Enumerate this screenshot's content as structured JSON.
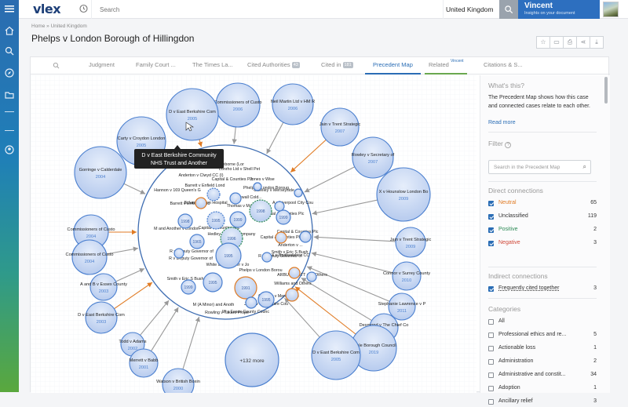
{
  "app": {
    "logo_text": "vlex",
    "search_placeholder": "Search",
    "country": "United Kingdom",
    "user_name": "Vincent",
    "user_sub": "Insights on your document"
  },
  "sidebar_icons": [
    "menu-icon",
    "home-icon",
    "search-icon",
    "compass-icon",
    "folder-icon",
    "dash-icon",
    "dash-icon",
    "user-icon"
  ],
  "breadcrumb": [
    "Home",
    "United Kingdom"
  ],
  "page_title": "Phelps v London Borough of Hillingdon",
  "action_icons": [
    "star-icon",
    "folder-icon",
    "print-icon",
    "share-icon",
    "download-icon"
  ],
  "tabs": [
    {
      "label": "Judgment"
    },
    {
      "label": "Family Court ..."
    },
    {
      "label": "The Times La..."
    },
    {
      "label": "Cited Authorities",
      "count": "43"
    },
    {
      "label": "Cited in",
      "count": "181"
    },
    {
      "label": "Precedent Map",
      "active": true
    },
    {
      "label": "Related",
      "sup": "Vincent"
    },
    {
      "label": "Citations & S..."
    }
  ],
  "panel": {
    "whats_this_title": "What's this?",
    "whats_this_text": "The Precedent Map shows how this case and connected cases relate to each other.",
    "read_more": "Read more",
    "filter_title": "Filter",
    "filter_placeholder": "Search in the Precedent Map",
    "direct_title": "Direct connections",
    "direct": [
      {
        "label": "Neutral",
        "count": "65",
        "color": "#e07b24"
      },
      {
        "label": "Unclassified",
        "count": "119",
        "color": "#333333"
      },
      {
        "label": "Positive",
        "count": "2",
        "color": "#2e8b57"
      },
      {
        "label": "Negative",
        "count": "3",
        "color": "#d04a3a"
      }
    ],
    "indirect_title": "Indirect connections",
    "indirect": [
      {
        "label": "Frequently cited together",
        "count": "3"
      }
    ],
    "categories_title": "Categories",
    "categories": [
      {
        "label": "All",
        "count": ""
      },
      {
        "label": "Professional ethics and re...",
        "count": "5"
      },
      {
        "label": "Actionable loss",
        "count": "1"
      },
      {
        "label": "Administration",
        "count": "2"
      },
      {
        "label": "Administrative and constit...",
        "count": "34"
      },
      {
        "label": "Adoption",
        "count": "1"
      },
      {
        "label": "Ancillary relief",
        "count": "3"
      }
    ]
  },
  "map": {
    "tooltip_lines": [
      "D v East Berkshire Community",
      "NHS Trust and Another"
    ],
    "more_label": "+132 more",
    "outer_nodes": [
      {
        "label": "Commissioners of Custo",
        "year": "2006"
      },
      {
        "label": "Neil Martin Ltd v HM R",
        "year": "2006"
      },
      {
        "label": "D v East Berkshire Com",
        "year": "2005"
      },
      {
        "label": "Jain v Trent Strategic",
        "year": "2007"
      },
      {
        "label": "Carty v Croydon London",
        "year": "2005"
      },
      {
        "label": "Rowley v Secretary of",
        "year": "2007"
      },
      {
        "label": "Gorringe v Calderdale",
        "year": "2004"
      },
      {
        "label": "X v Hounslow London Bo",
        "year": "2009"
      },
      {
        "label": "Commissioners of Custo",
        "year": "2004"
      },
      {
        "label": "Jain v Trent Strategic",
        "year": "2009"
      },
      {
        "label": "Commissioners of Custo",
        "year": "2004"
      },
      {
        "label": "Connor v Surrey County",
        "year": "2010"
      },
      {
        "label": "A and B v Essex County",
        "year": "2003"
      },
      {
        "label": "Stephanie Lawrence v P",
        "year": "2011"
      },
      {
        "label": "D v East Berkshire Com",
        "year": "2003"
      },
      {
        "label": "Desmond v The Chief Co",
        "year": "2011"
      },
      {
        "label": "Todd v Adams",
        "year": "2002"
      },
      {
        "label": "Poole Borough Council",
        "year": "2019"
      },
      {
        "label": "Merrett v Babb",
        "year": "2001"
      },
      {
        "label": "Watson v British Boxin",
        "year": "2000"
      },
      {
        "label": "D v East Berkshire Com",
        "year": "2005"
      }
    ],
    "inner_labels": [
      "Groves v Wimborne (Lor",
      "Lonrho Ltd v Shell Pet",
      "Anderton v Clwyd CC (I)",
      "Capital & Counties Plc",
      "Jones v Wise",
      "Barrett v Enfield Lond",
      "Phelps v London Boroug",
      "Caveley v Merseyside",
      "Hannon v 169 Queen's G",
      "Cornwall Cold...",
      "Barrett v Enfield Lond",
      "Bolam v Friern Hospital",
      "Thomas v Mold...",
      "A v Liverpool City Cou",
      "Capital & Counties Plc",
      "M and Another v London",
      "Capital & Counties Plc",
      "Hedley Byrne & Company",
      "Capital & Counties Plc",
      "Capital & Counties Plc",
      "Anderton v ...",
      "Smith v Eric S Bush",
      "R v Deputy Governor of",
      "R v Deputy Governor of",
      "X v Bedfordshire CC",
      "R v Deputy Governor of",
      "White and Another v Jo",
      "Phelps v London Borou",
      "ARBUTHNOTT and Others",
      "Smith v Eric S Bush",
      "Williams and Others",
      "Caveley v Merseyside",
      "Jarvis v Hampshire Cou",
      "M (A Minor) and Anoth",
      "W v Essex County Counc",
      "Rowling v Takaro Prope"
    ],
    "inner_years": [
      "1995",
      "1999",
      "1998",
      "1999",
      "1998",
      "1965",
      "1996",
      "1995",
      "1995",
      "1999",
      "1991",
      "1995"
    ]
  }
}
